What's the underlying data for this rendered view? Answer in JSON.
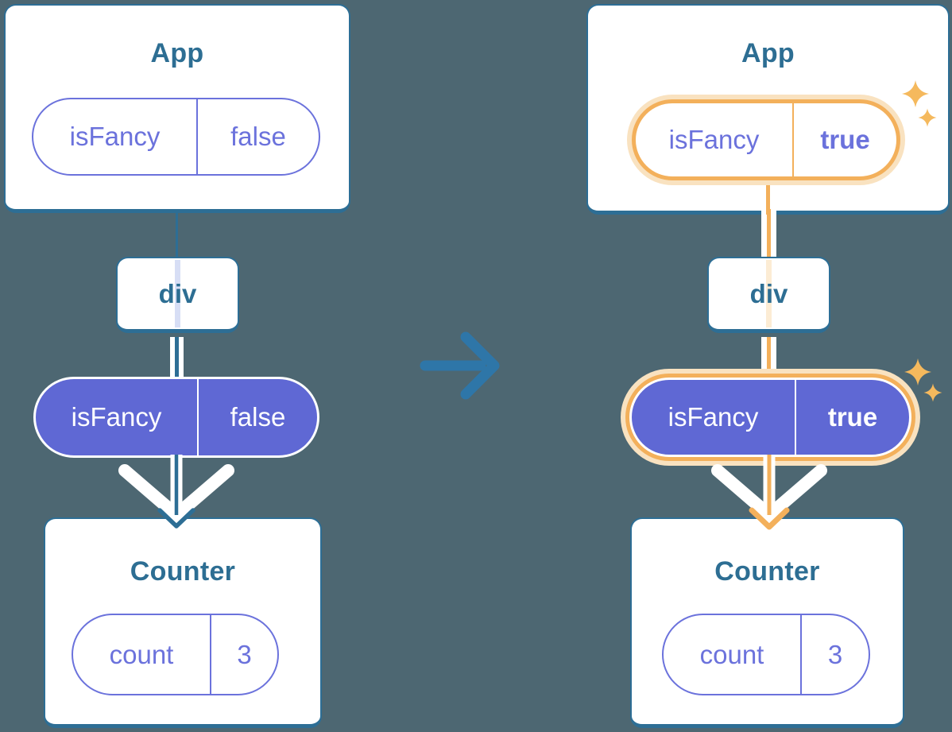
{
  "colors": {
    "background": "#4d6772",
    "card_border_teal": "#2d6e95",
    "title_teal": "#2d6e93",
    "transition_arrow_blue": "#2e76a8",
    "state_pill_purple": "#5f68d4",
    "prop_pill_purple": "#6b72dc",
    "highlight_orange": "#f3b05b",
    "highlight_glow": "#f9e2c0"
  },
  "before": {
    "app": {
      "title": "App",
      "prop_name": "isFancy",
      "prop_value": "false"
    },
    "div_label": "div",
    "passed_prop": {
      "name": "isFancy",
      "value": "false"
    },
    "counter": {
      "title": "Counter",
      "state_name": "count",
      "state_value": "3"
    }
  },
  "after": {
    "app": {
      "title": "App",
      "prop_name": "isFancy",
      "prop_value": "true"
    },
    "div_label": "div",
    "passed_prop": {
      "name": "isFancy",
      "value": "true"
    },
    "counter": {
      "title": "Counter",
      "state_name": "count",
      "state_value": "3"
    }
  }
}
